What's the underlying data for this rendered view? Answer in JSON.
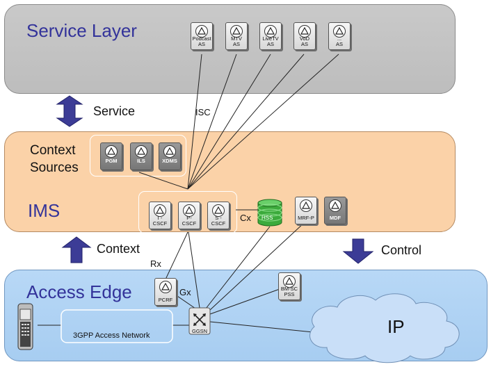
{
  "layers": {
    "service": "Service Layer",
    "ims": "IMS",
    "access": "Access Edge"
  },
  "context_sources": {
    "label_line1": "Context",
    "label_line2": "Sources",
    "nodes": [
      {
        "label": "PGM"
      },
      {
        "label": "ILS"
      },
      {
        "label": "XDMS"
      }
    ]
  },
  "service_nodes": [
    {
      "line1": "Podcast",
      "line2": "AS"
    },
    {
      "line1": "MTV",
      "line2": "AS"
    },
    {
      "line1": "LiveTV",
      "line2": "AS"
    },
    {
      "line1": "VoD",
      "line2": "AS"
    },
    {
      "line1": "...",
      "line2": "AS"
    }
  ],
  "cscf_nodes": [
    {
      "line1": "I -",
      "line2": "CSCF"
    },
    {
      "line1": "P-",
      "line2": "CSCF"
    },
    {
      "line1": "S -",
      "line2": "CSCF"
    }
  ],
  "ims_nodes": {
    "hss": "HSS",
    "mrfp": "MRF-P",
    "mdf": "MDF"
  },
  "access_nodes": {
    "pcrf": "PCRF",
    "ggsn": "GGSN",
    "bmsc_line1": "BM-SC",
    "bmsc_line2": "PSS",
    "access_network": "3GPP Access Network",
    "ip": "IP"
  },
  "arrows": {
    "service": "Service",
    "context": "Context",
    "control": "Control"
  },
  "interfaces": {
    "isc": "ISC",
    "cx": "Cx",
    "rx": "Rx",
    "gx": "Gx"
  },
  "colors": {
    "service_layer": "#c4c4c4",
    "ims_layer": "#fbd2a8",
    "access_layer": "#b0d2f4",
    "title": "#33339a",
    "arrow": "#3c3c96",
    "hss": "#3caa3c",
    "ip_cloud": "#c9dff8"
  }
}
